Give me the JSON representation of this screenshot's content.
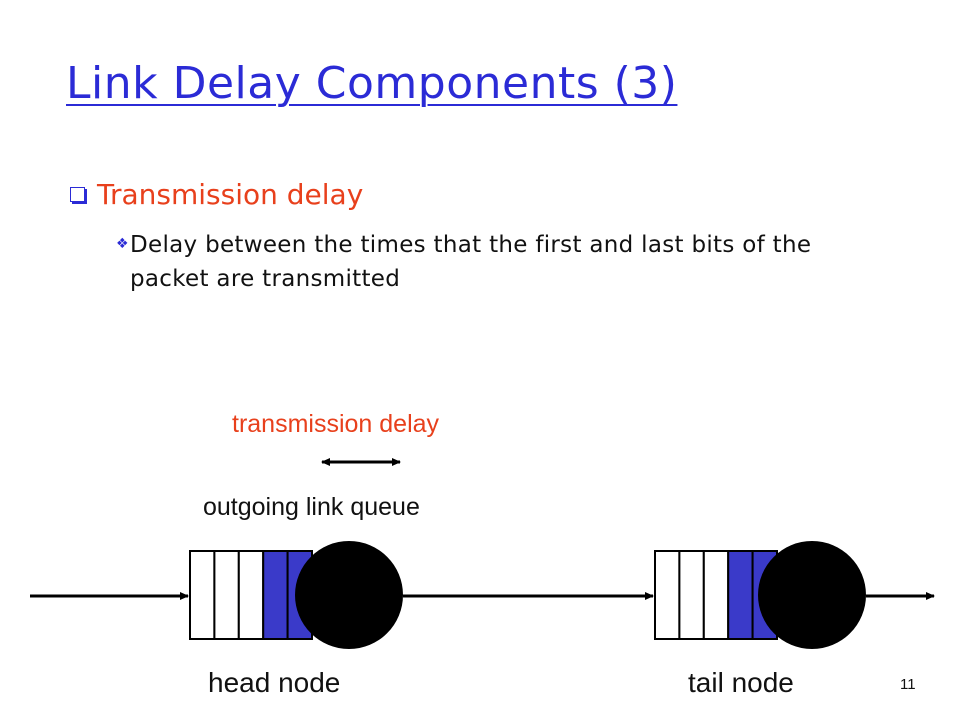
{
  "slide": {
    "title": "Link Delay Components (3)",
    "bullet": "Transmission delay",
    "sub_bullet": "Delay between the times that the first and last bits of the packet are transmitted",
    "page_number": "11"
  },
  "diagram": {
    "transmission_delay_label": "transmission delay",
    "queue_label": "outgoing link queue",
    "head_node_label": "head node",
    "tail_node_label": "tail node",
    "colors": {
      "title": "#2b2bd6",
      "accent": "#e8401c",
      "packet_fill": "#3a3ac9",
      "node": "#000000"
    },
    "queue_slots": [
      "empty",
      "empty",
      "empty",
      "filled",
      "filled"
    ]
  }
}
